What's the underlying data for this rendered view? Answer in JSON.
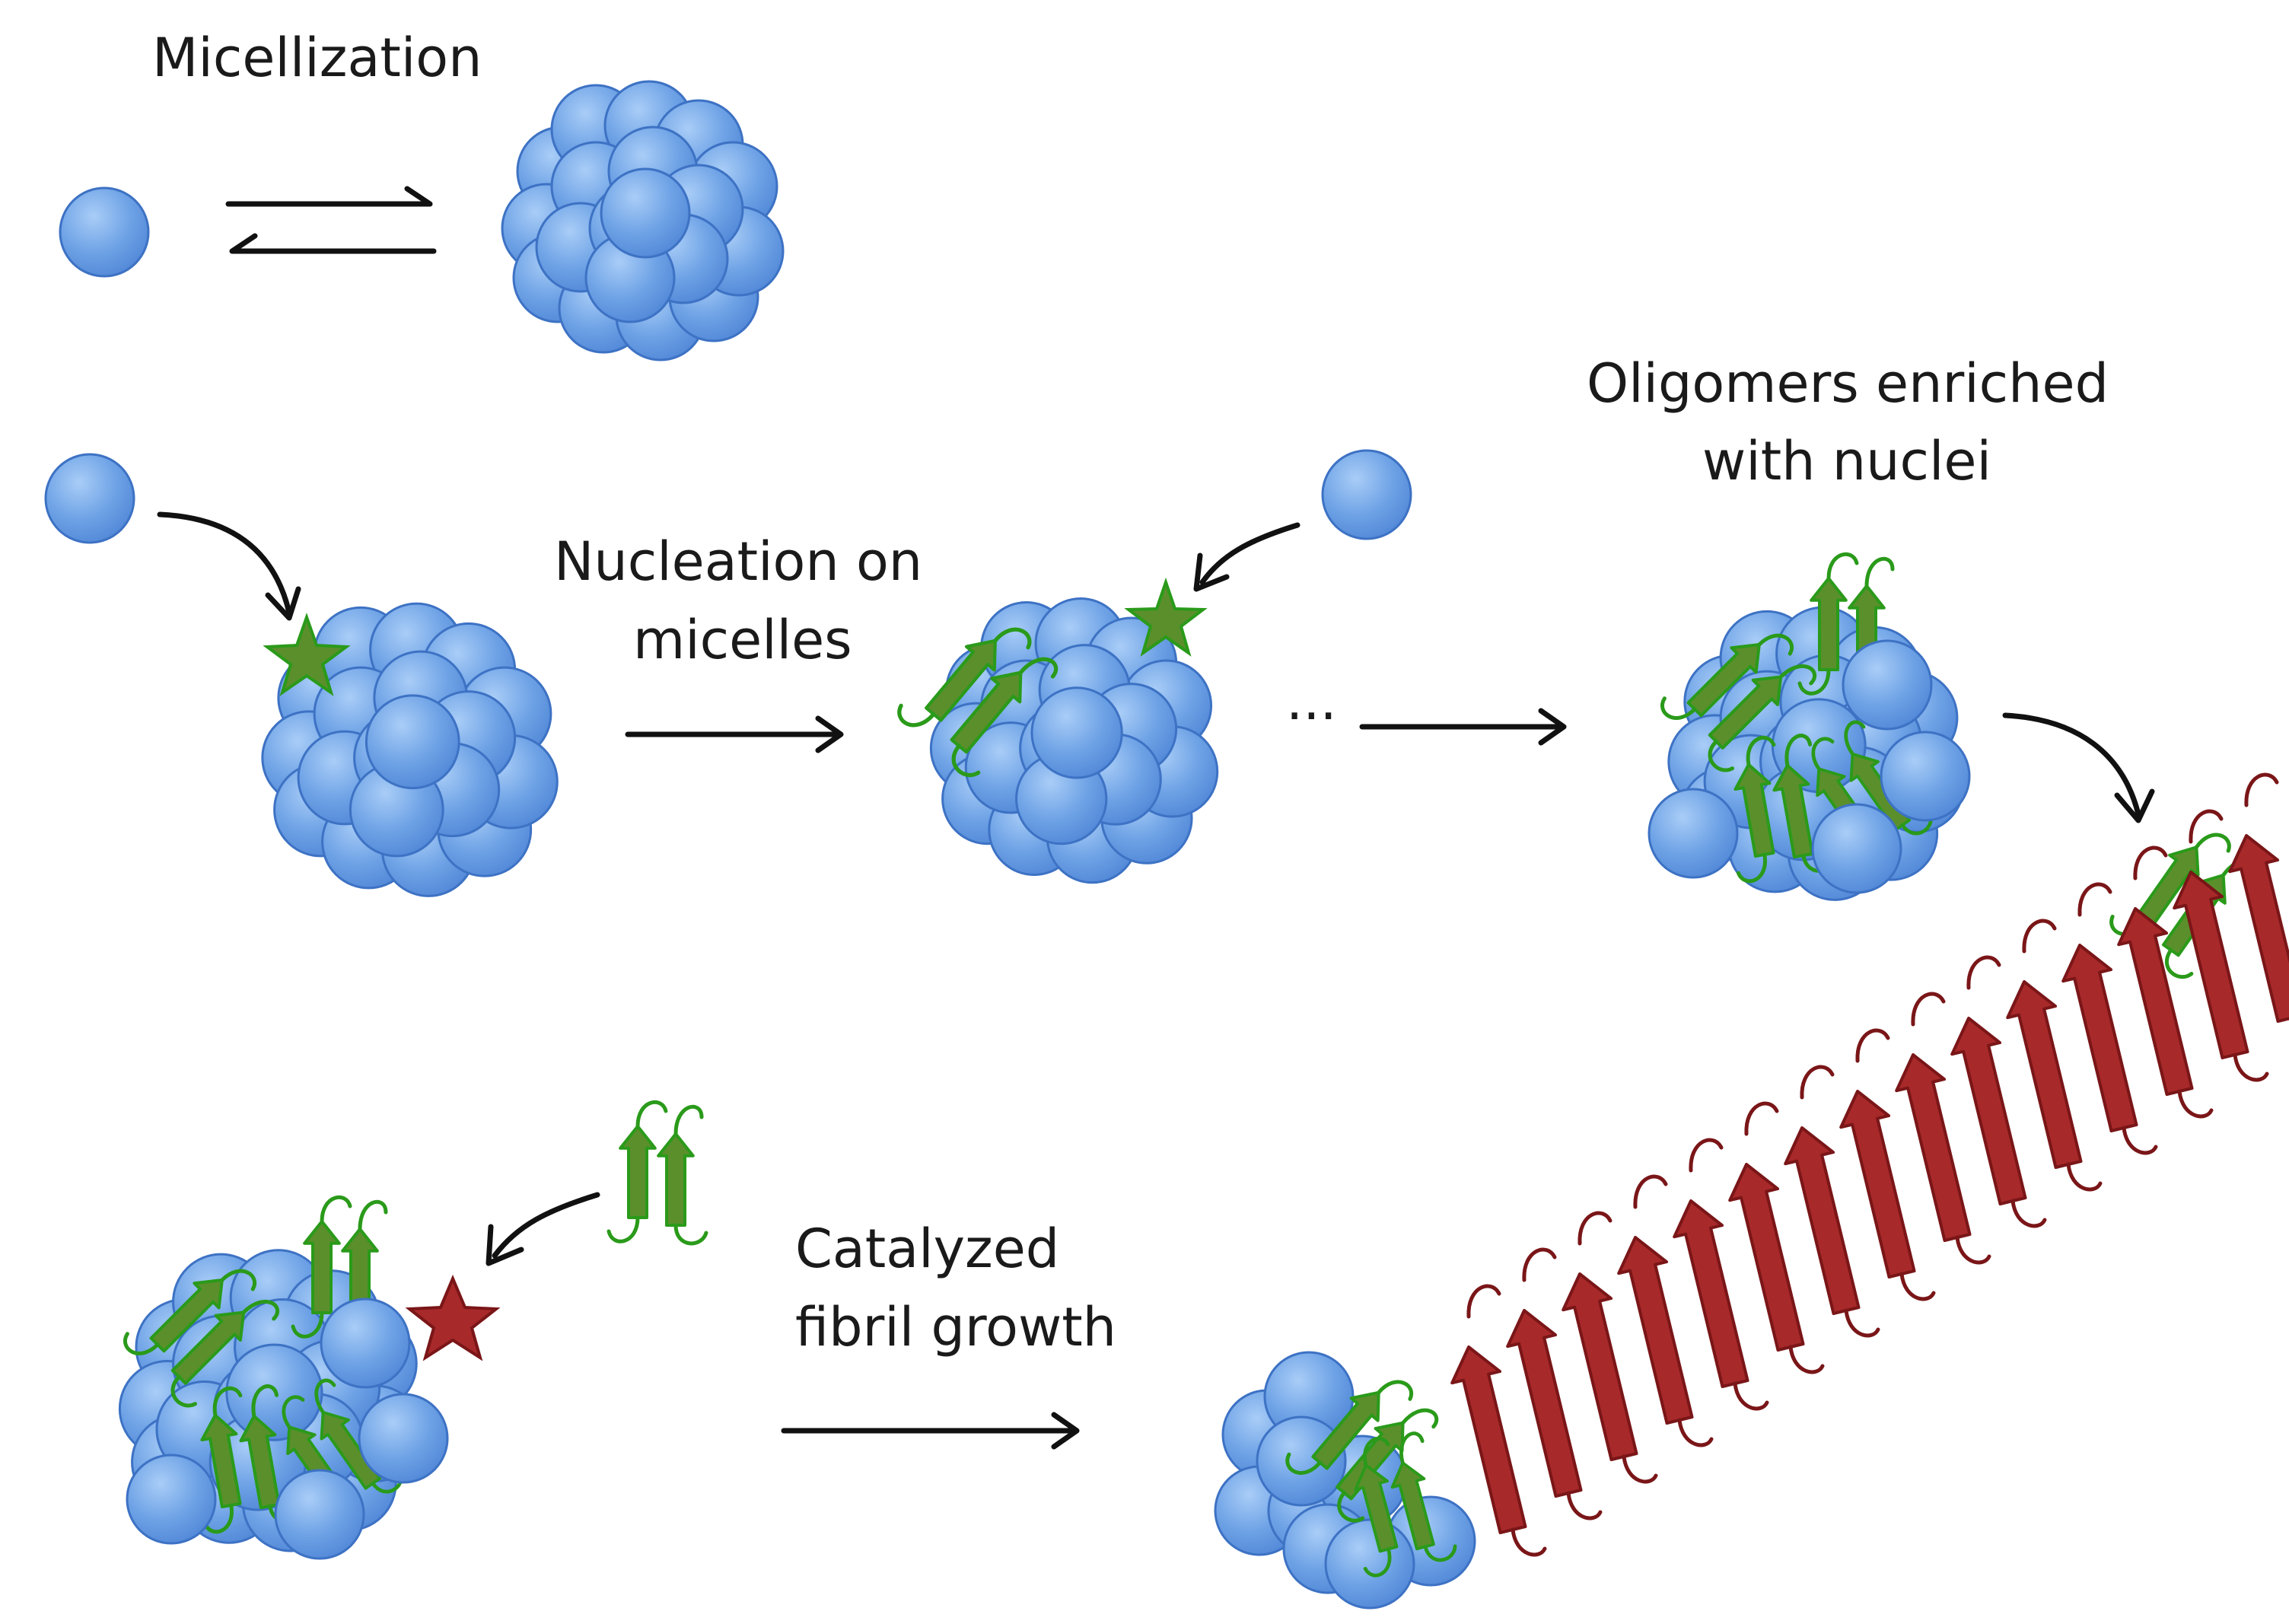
{
  "labels": {
    "micellization": "Micellization",
    "nucleation_line1": "Nucleation on",
    "nucleation_line2": "micelles",
    "ellipsis": "···",
    "oligomers_line1": "Oligomers enriched",
    "oligomers_line2": "with nuclei",
    "catalyzed_line1": "Catalyzed",
    "catalyzed_line2": "fibril growth"
  },
  "colors": {
    "sphere_fill": "#6fa3e6",
    "sphere_edge": "#3d72c4",
    "green_fill": "#5b8f2c",
    "green_edge": "#2a9a1a",
    "red_fill": "#a8292a",
    "red_edge": "#7a1618",
    "arrow": "#111111",
    "text": "#1a1a1a"
  }
}
